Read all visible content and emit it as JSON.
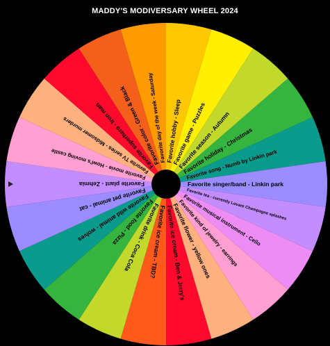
{
  "title": "MADDY'S MODIVERSARY WHEEL 2024",
  "wheel": {
    "segments": [
      {
        "label": "Favorite singer/band - Linkin park",
        "color": "#9b8cff"
      },
      {
        "label": "Favorite tea - currently Lovare Champagne splashes",
        "color": "#c38cff"
      },
      {
        "label": "Favorite musical instrument - Cello",
        "color": "#ee8cf5"
      },
      {
        "label": "Favorite kind of jewelry - earrings",
        "color": "#ff9fd2"
      },
      {
        "label": "Favorite flower - yellow ones",
        "color": "#ffb07f"
      },
      {
        "label": "Favorite ice cream - Ben & Jerry's",
        "color": "#ff0a2c"
      },
      {
        "label": "Favorite ice cream - TBD?",
        "color": "#ff5a1c"
      },
      {
        "label": "Favorite drink - Coca Cola",
        "color": "#c2d82a"
      },
      {
        "label": "Favorite food - Pizza",
        "color": "#35b540"
      },
      {
        "label": "Favorite wild animal - wolves",
        "color": "#0a9b8c"
      },
      {
        "label": "Favorite pet animal - cat",
        "color": "#9b8cff"
      },
      {
        "label": "Favorite plant - Zehmia",
        "color": "#c38cff"
      },
      {
        "label": "Favorite movie - Howl's moving castle",
        "color": "#ff9fd2"
      },
      {
        "label": "Favorite TV series - Midsomer murders",
        "color": "#ffb07f"
      },
      {
        "label": "Favorite superhero - Iron man",
        "color": "#ff0a2c"
      },
      {
        "label": "Favorite color - Green & Black",
        "color": "#f2601c"
      },
      {
        "label": "Favorite day of the week - Saturday",
        "color": "#ff9a00"
      },
      {
        "label": "Favorite hobby - Sleep",
        "color": "#ffc800"
      },
      {
        "label": "Favorite game - Puzzles",
        "color": "#ffef00"
      },
      {
        "label": "Favorite season - Autumn",
        "color": "#c2d82a"
      },
      {
        "label": "Favorite holiday - Christmas",
        "color": "#35b540"
      },
      {
        "label": "Favorite song - Numb by Linkin park",
        "color": "#0a9b8c"
      }
    ],
    "hub_color": "#000000",
    "pointer_color": "#222222"
  }
}
